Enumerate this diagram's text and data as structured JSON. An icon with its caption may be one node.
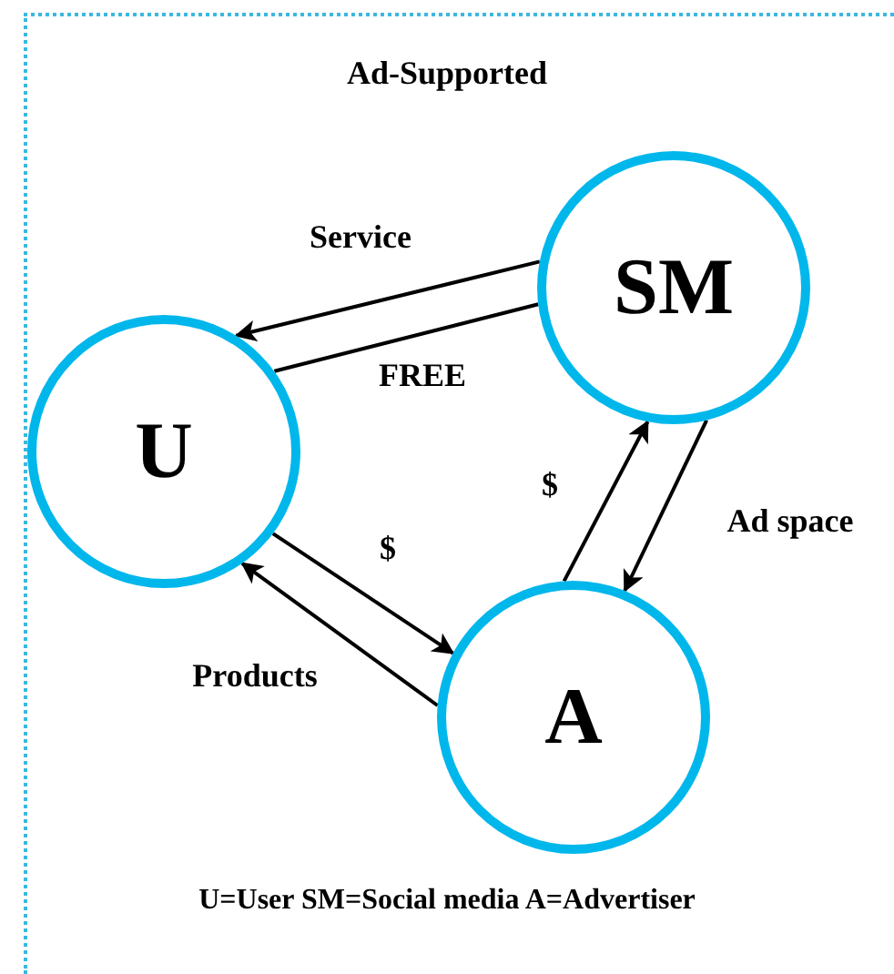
{
  "diagram": {
    "title": "Ad-Supported",
    "caption": "U=User SM=Social media A=Advertiser",
    "nodes": [
      {
        "text": [
          "U"
        ]
      },
      {
        "text": [
          "SM"
        ]
      },
      {
        "text": [
          "A"
        ]
      }
    ],
    "edges": [
      {
        "from": 1,
        "to": 0,
        "arrow": "to",
        "label": "Service"
      },
      {
        "from": 1,
        "to": 0,
        "arrow": "none",
        "label": "FREE"
      },
      {
        "from": 0,
        "to": 2,
        "arrow": "to",
        "label": "$"
      },
      {
        "from": 2,
        "to": 0,
        "arrow": "to",
        "label": "Products"
      },
      {
        "from": 2,
        "to": 1,
        "arrow": "to",
        "label": "$"
      },
      {
        "from": 1,
        "to": 2,
        "arrow": "to",
        "label": "Ad space"
      }
    ]
  }
}
